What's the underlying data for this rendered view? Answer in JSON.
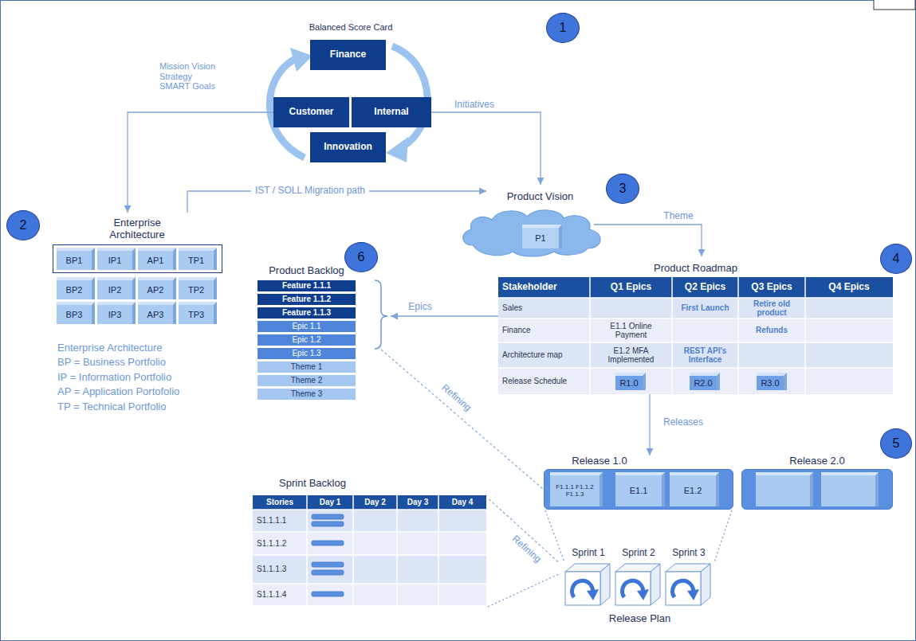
{
  "diagram": {
    "nodes": [
      {
        "text": [
          "1"
        ]
      },
      {
        "text": [
          "Finance"
        ]
      },
      {
        "text": [
          "Customer"
        ]
      },
      {
        "text": [
          "Internal"
        ]
      },
      {
        "text": [
          "Innovation"
        ]
      },
      {
        "text": [
          "2"
        ]
      },
      {
        "text": [
          "Enterprise Architecture"
        ]
      },
      {
        "text": [
          "BP1"
        ],
        "in": 6
      },
      {
        "text": [
          "IP1"
        ],
        "in": 6
      },
      {
        "text": [
          "AP1"
        ],
        "in": 6
      },
      {
        "text": [
          "TP1"
        ],
        "in": 6
      },
      {
        "text": [
          "BP2"
        ]
      },
      {
        "text": [
          "IP2"
        ]
      },
      {
        "text": [
          "AP2"
        ]
      },
      {
        "text": [
          "TP2"
        ]
      },
      {
        "text": [
          "BP3"
        ]
      },
      {
        "text": [
          "IP3"
        ]
      },
      {
        "text": [
          "AP3"
        ]
      },
      {
        "text": [
          "TP3"
        ]
      },
      {
        "text": [
          "3"
        ]
      },
      {
        "text": [
          "Product Vision"
        ]
      },
      {
        "text": [
          "P1"
        ],
        "in": 20
      },
      {
        "text": [
          "6"
        ]
      },
      {
        "text": [
          "Product Backlog"
        ]
      },
      {
        "text": [
          "Feature 1.1.1"
        ],
        "in": 23
      },
      {
        "text": [
          "Feature 1.1.2"
        ],
        "in": 23
      },
      {
        "text": [
          "Feature 1.1.3"
        ],
        "in": 23
      },
      {
        "text": [
          "Epic 1.1"
        ],
        "in": 23
      },
      {
        "text": [
          "Epic 1.2"
        ],
        "in": 23
      },
      {
        "text": [
          "Epic 1.3"
        ],
        "in": 23
      },
      {
        "text": [
          "Theme 1"
        ],
        "in": 23
      },
      {
        "text": [
          "Theme 2"
        ],
        "in": 23
      },
      {
        "text": [
          "Theme 3"
        ],
        "in": 23
      },
      {
        "text": [
          "4"
        ]
      },
      {
        "text": [
          "Product Roadmap"
        ]
      },
      {
        "text": [
          "R1.0"
        ],
        "in": 34
      },
      {
        "text": [
          "R2.0"
        ],
        "in": 34
      },
      {
        "text": [
          "R3.0"
        ],
        "in": 34
      },
      {
        "text": [
          "5"
        ]
      },
      {
        "text": [
          "Release 1.0"
        ]
      },
      {
        "text": [
          "F1.1.1 F1.1.2 F1.1.3"
        ],
        "in": 39
      },
      {
        "text": [
          "E1.1"
        ],
        "in": 39
      },
      {
        "text": [
          "E1.2"
        ],
        "in": 39
      },
      {
        "text": [
          "Release 2.0"
        ]
      },
      {
        "text": [
          "Sprint Backlog"
        ]
      },
      {
        "text": [
          "Release Plan"
        ]
      },
      {
        "text": [
          "Sprint 1"
        ],
        "in": 45
      },
      {
        "text": [
          "Sprint 2"
        ],
        "in": 45
      },
      {
        "text": [
          "Sprint 3"
        ],
        "in": 45
      }
    ],
    "edges": [
      {
        "from": 2,
        "to": 6,
        "arrow": "to"
      },
      {
        "from": 3,
        "to": 20,
        "arrow": "to"
      },
      {
        "from": 6,
        "to": 20,
        "label": "IST / SOLL Migration path",
        "arrow": "to"
      },
      {
        "from": 20,
        "to": 34,
        "label": "Theme",
        "arrow": "to"
      },
      {
        "from": 34,
        "to": 23,
        "label": "Epics",
        "arrow": "to"
      },
      {
        "from": 34,
        "to": 39,
        "label": "Releases",
        "arrow": "to"
      },
      {
        "from": 23,
        "to": 39,
        "label": "Refining",
        "arrow": "none"
      },
      {
        "from": 45,
        "to": 44,
        "label": "Refining",
        "arrow": "none"
      }
    ],
    "labels": [
      "Balanced Score Card",
      "Mission Vision Strategy SMART Goals",
      "Initiatives",
      "Enterprise Architecture",
      "BP = Business Portfolio",
      "IP = Information Portfolio",
      "AP = Application Portofolio",
      "TP = Technical Portfolio",
      "Stakeholder",
      "Q1 Epics",
      "Q2 Epics",
      "Q3 Epics",
      "Q4 Epics",
      "Sales",
      "First Launch",
      "Retire old product",
      "Finance",
      "E1.1 Online Payment",
      "Refunds",
      "Architecture map",
      "E1.2 MFA Implemented",
      "REST API's Interface",
      "Release Schedule",
      "Stories",
      "Day 1",
      "Day 2",
      "Day 3",
      "Day 4",
      "S1.1.1.1",
      "S1.1.1.2",
      "S1.1.1.3",
      "S1.1.1.4"
    ]
  }
}
